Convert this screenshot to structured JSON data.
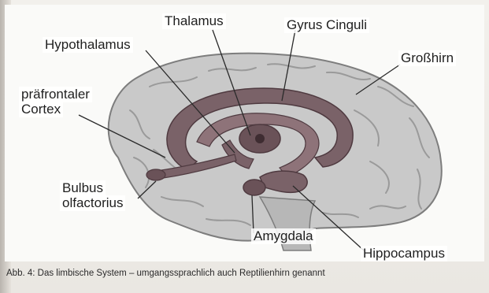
{
  "labels": {
    "thalamus": "Thalamus",
    "gyrus_cinguli": "Gyrus Cinguli",
    "hypothalamus": "Hypothalamus",
    "grosshirn": "Großhirn",
    "praefrontaler_line1": "präfrontaler",
    "praefrontaler_line2": "Cortex",
    "bulbus_line1": "Bulbus",
    "bulbus_line2": "olfactorius",
    "amygdala": "Amygdala",
    "hippocampus": "Hippocampus"
  },
  "caption": "Abb. 4: Das limbische System – umgangssprachlich auch Reptilienhirn genannt",
  "colors": {
    "brain": "#c9c9c9",
    "brain_dark": "#8f8f8f",
    "limbic": "#7a6268",
    "limbic_dark": "#4f3a40",
    "leader": "#2a2a2a"
  }
}
